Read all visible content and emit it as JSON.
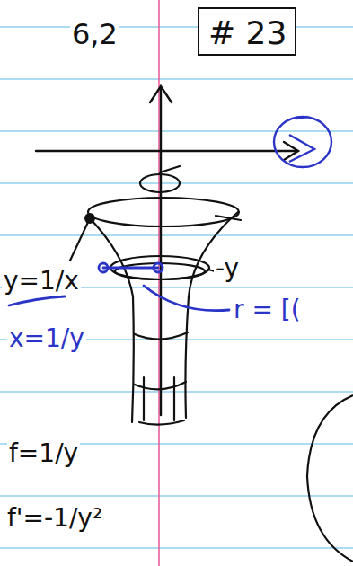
{
  "diagram": {
    "nodes": [
      {
        "text": [
          "# 23"
        ]
      }
    ],
    "labels": [
      "6,2",
      "-y",
      "r = [(",
      "y=1/x",
      "x=1/y",
      "f=1/y",
      "f'=-1/y²"
    ]
  }
}
